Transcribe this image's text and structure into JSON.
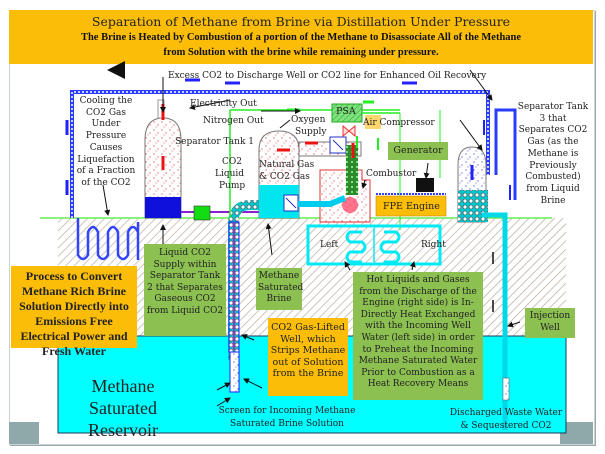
{
  "header": {
    "title": "Separation of Methane from Brine via Distillation Under Pressure",
    "subtitle_line1": "The Brine is Heated by Combustion of a portion of the Methane to Disassociate All of the Methane",
    "subtitle_line2": "from Solution with the brine while remaining under pressure."
  },
  "labels": {
    "excess_co2": "Excess CO2 to Discharge Well or CO2 line for Enhanced Oil Recovery",
    "electricity_out": "Electricity Out",
    "nitrogen_out": "Nitrogen Out",
    "oxygen_supply_1": "Oxygen",
    "oxygen_supply_2": "Supply",
    "psa": "PSA",
    "air_compressor": "Air Compressor",
    "separator_tank_1": "Separator Tank 1",
    "co2_pump_1": "CO2",
    "co2_pump_2": "Liquid",
    "co2_pump_3": "Pump",
    "natural_gas_1": "Natural Gas",
    "natural_gas_2": "& CO2 Gas",
    "combustor": "Combustor",
    "generator": "Generator",
    "fpe_engine": "FPE Engine",
    "hx_left": "Left",
    "hx_right": "Right",
    "cooling": [
      "Cooling the",
      "CO2 Gas",
      "Under",
      "Pressure",
      "Causes",
      "Liquefaction",
      "of a Fraction",
      "of the CO2"
    ],
    "separator_tank_3": [
      "Separator Tank",
      "3 that",
      "Separates CO2",
      "Gas (as the",
      "Methane is",
      "Previously",
      "Combusted)",
      "from Liquid",
      "Brine"
    ],
    "reservoir": [
      "Methane",
      "Saturated",
      "Reservoir"
    ],
    "screen": [
      "Screen for Incoming Methane",
      "Saturated Brine Solution"
    ],
    "discharged": [
      "Discharged Waste Water",
      "& Sequestered CO2"
    ]
  },
  "callouts": {
    "process": "Process to Convert Methane Rich Brine Solution  Directly into Emissions Free Electrical Power and Fresh Water",
    "liquid_co2": "Liquid CO2 Supply within Separator Tank 2 that Separates Gaseous CO2 from Liquid CO2",
    "methane_brine": "Methane Saturated Brine",
    "gas_lift": "CO2 Gas-Lifted Well, which Strips Methane out of Solution from the Brine",
    "hot_liquids": "Hot Liquids and Gases from the Discharge of the Engine (right side) is In-Directly Heat Exchanged with the Incoming Well Water (left side) in order to Preheat the Incoming Methane Saturated Water Prior to Combustion as a Heat Recovery Means",
    "injection_well": "Injection Well"
  },
  "colors": {
    "header": "#fbbd08",
    "callout_green": "#8cc152",
    "callout_orange": "#fbbd08",
    "brine_cyan": "#00ffff",
    "co2_blue": "#0000ff",
    "pipe_green": "#00ee00",
    "corner": "#8fa9ab"
  }
}
